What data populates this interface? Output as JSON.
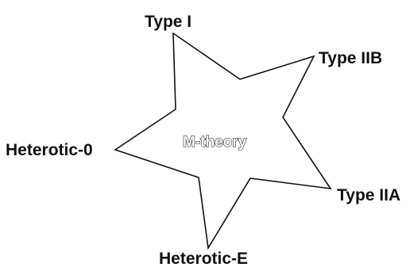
{
  "diagram": {
    "center_label": "M-theory",
    "vertices": [
      {
        "id": "type-i",
        "label": "Type I"
      },
      {
        "id": "type-iib",
        "label": "Type IIB"
      },
      {
        "id": "type-iia",
        "label": "Type IIA"
      },
      {
        "id": "heterotic-e",
        "label": "Heterotic-E"
      },
      {
        "id": "heterotic-0",
        "label": "Heterotic-0"
      }
    ],
    "colors": {
      "outline": "#111111",
      "text": "#111111",
      "background": "#ffffff"
    }
  }
}
